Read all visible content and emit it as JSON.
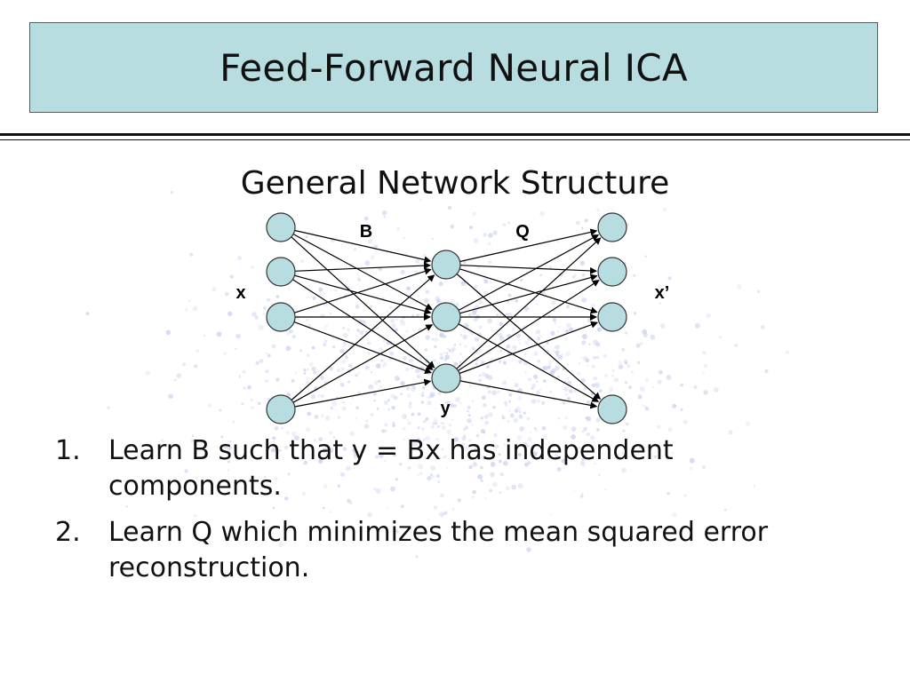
{
  "slide": {
    "title": "Feed-Forward Neural ICA",
    "subtitle": "General Network Structure"
  },
  "diagram": {
    "input_label": "x",
    "hidden_label": "y",
    "output_label": "x’",
    "encoder_weight_label": "B",
    "decoder_weight_label": "Q",
    "input_nodes": 4,
    "hidden_nodes": 3,
    "output_nodes": 4,
    "node_fill": "#b7dde0",
    "connection": "fully connected with arrows"
  },
  "steps": [
    {
      "number": "1.",
      "text": "Learn B such that y = Bx has independent components."
    },
    {
      "number": "2.",
      "text": "Learn Q which minimizes the mean squared error reconstruction."
    }
  ],
  "colors": {
    "title_bg": "#b7dde0",
    "text": "#111111",
    "texture": "#c9cfee"
  }
}
